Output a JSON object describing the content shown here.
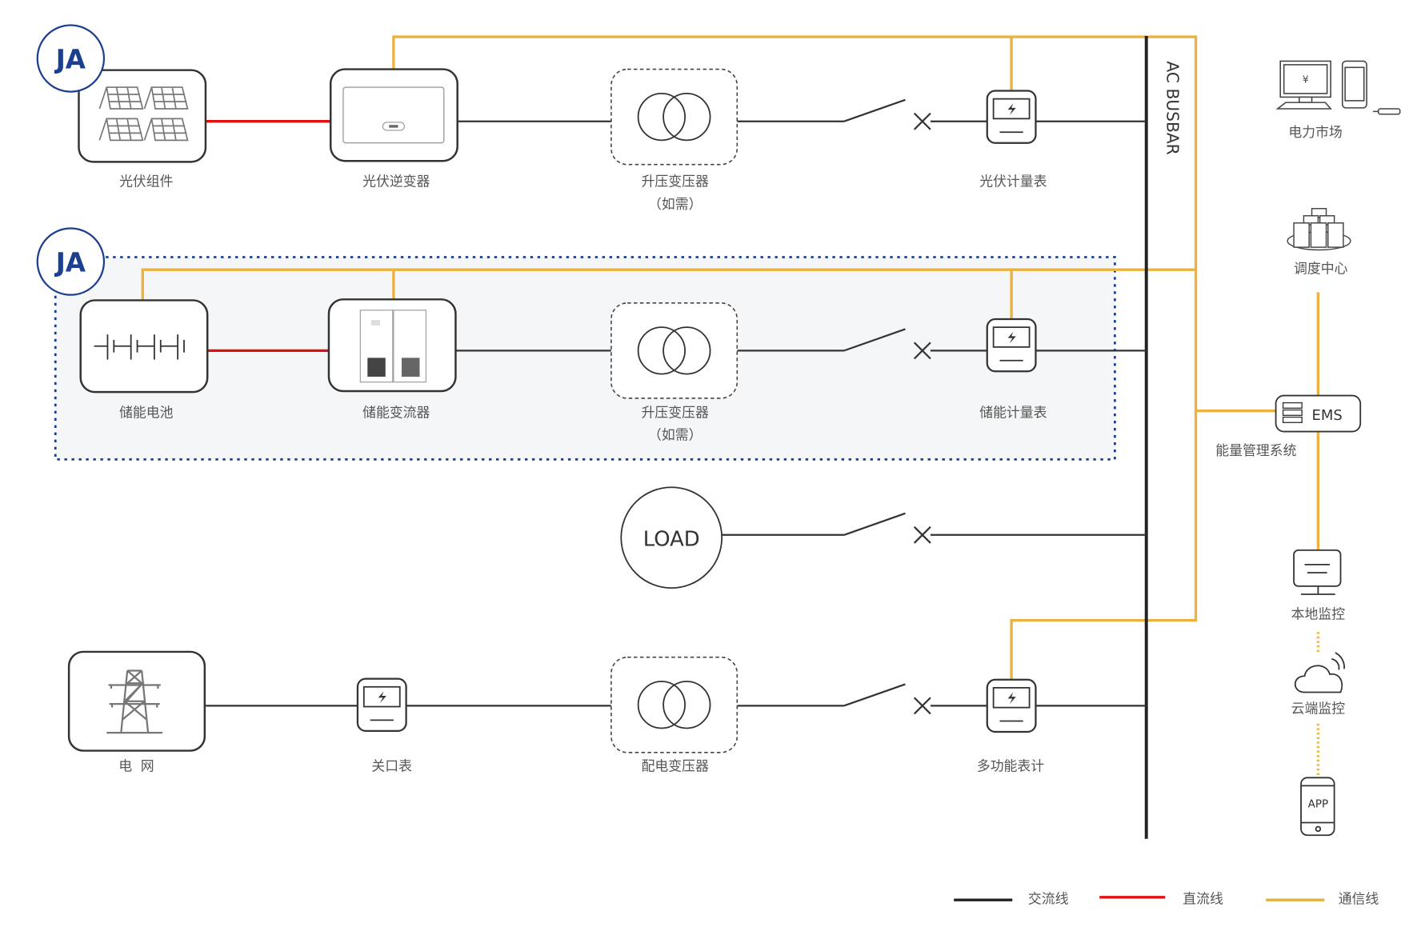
{
  "colors": {
    "ac_line": "#333333",
    "dc_line": "#e01010",
    "comm_line": "#ecb23f",
    "ja_brand": "#1d3f8f",
    "storage_zone_border": "#1d3f8f",
    "storage_zone_bg": "#f4f6f7"
  },
  "logos": {
    "ja_text": "JA"
  },
  "busbar": {
    "label": "AC BUSBAR"
  },
  "pv_row": {
    "modules": "光伏组件",
    "inverter": "光伏逆变器",
    "transformer": "升压变压器",
    "transformer_note": "（如需）",
    "meter": "光伏计量表"
  },
  "storage_row": {
    "battery": "储能电池",
    "pcs": "储能变流器",
    "transformer": "升压变压器",
    "transformer_note": "（如需）",
    "meter": "储能计量表"
  },
  "load_row": {
    "load": "LOAD"
  },
  "grid_row": {
    "grid": "电  网",
    "gateway_meter": "关口表",
    "transformer": "配电变压器",
    "meter": "多功能表计"
  },
  "right_column": {
    "market": "电力市场",
    "market_symbol": "¥",
    "dispatch": "调度中心",
    "ems": "EMS",
    "ems_full": "能量管理系统",
    "local_monitor": "本地监控",
    "cloud_monitor": "云端监控",
    "app": "APP"
  },
  "legend": [
    {
      "label": "交流线",
      "type": "ac"
    },
    {
      "label": "直流线",
      "type": "dc"
    },
    {
      "label": "通信线",
      "type": "comm"
    }
  ]
}
